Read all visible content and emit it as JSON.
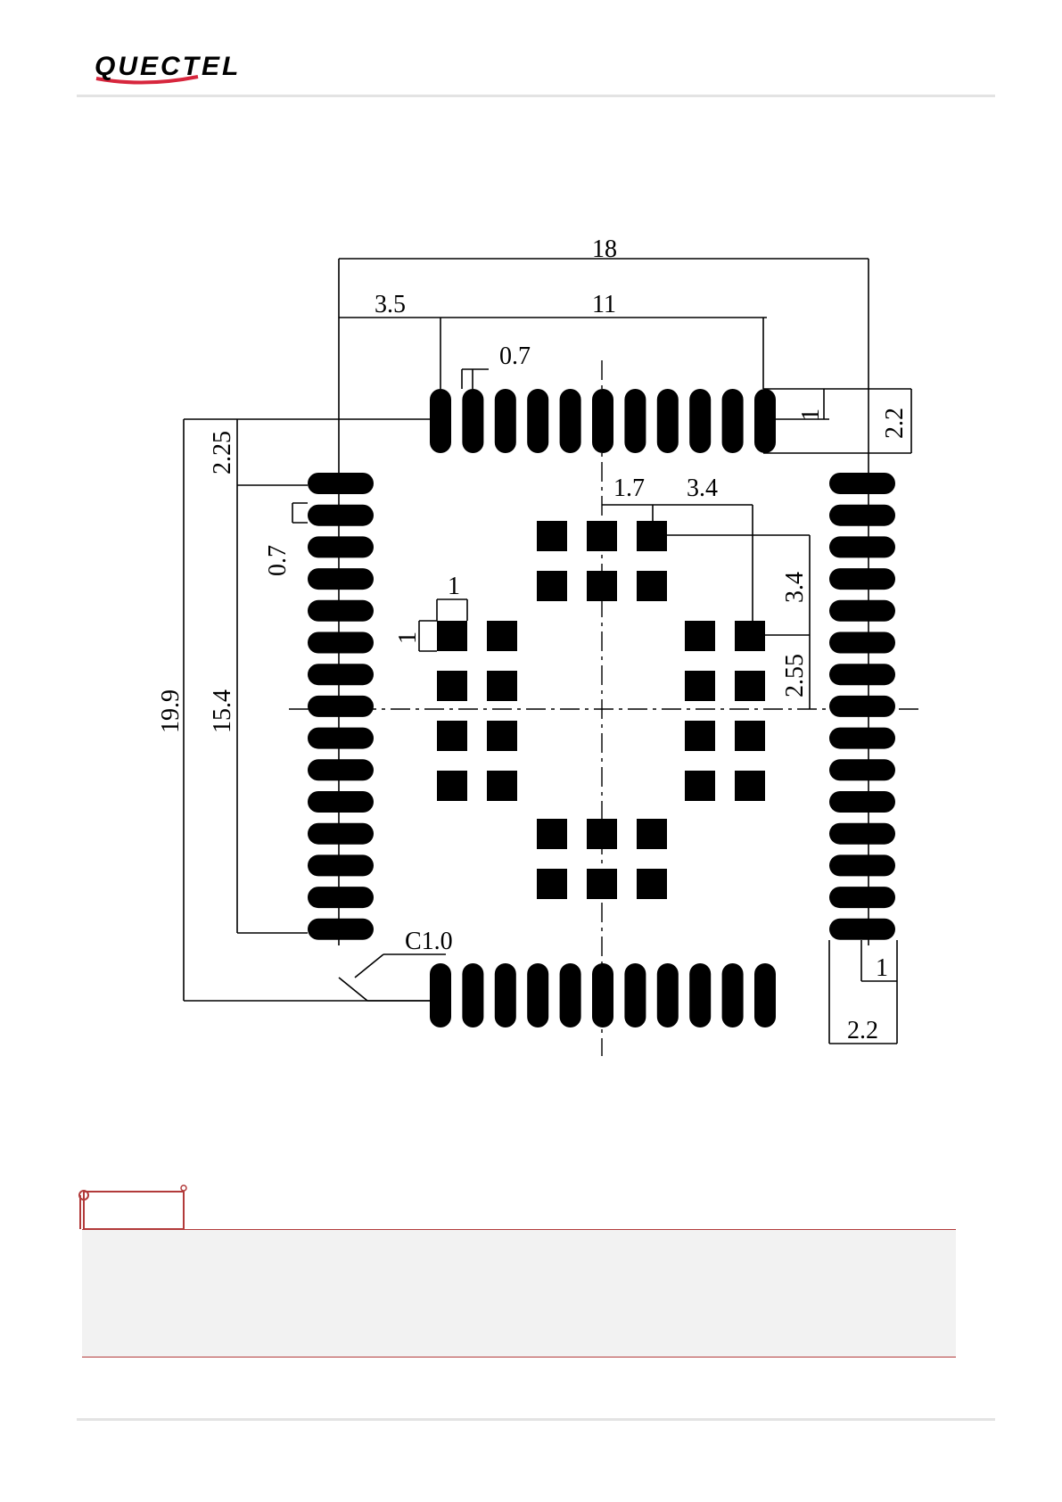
{
  "header": {
    "logo_text": "QUECTEL",
    "brand_color": "#000000",
    "logo_swoosh_color": "#d7263d"
  },
  "diagram": {
    "dimensions": {
      "overall_width": "18",
      "top_pitch_center": "11",
      "left_offset": "3.5",
      "pad_pitch_top": "0.7",
      "pad_pitch_left": "0.7",
      "pad_height_top": "1",
      "top_pad_length": "2.2",
      "top_offset": "2.25",
      "overall_height": "19.9",
      "side_span": "15.4",
      "inner_pitch_1": "1.7",
      "inner_pitch_2": "3.4",
      "inner_vertical": "3.4",
      "inner_offset_vertical": "2.55",
      "inner_pad_w": "1",
      "inner_pad_h": "1",
      "chamfer": "C1.0",
      "bottom_pad_w": "1",
      "bottom_pad_len": "2.2"
    }
  },
  "note": {
    "icon": "note-scroll-icon",
    "accent_color": "#b23a3a"
  }
}
